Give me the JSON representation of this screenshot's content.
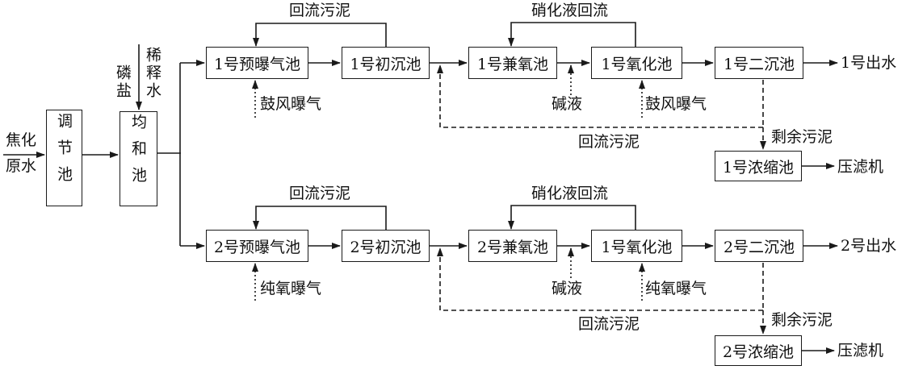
{
  "colors": {
    "line": "#1a1a1a",
    "background": "#ffffff"
  },
  "front": {
    "raw_water_top": "焦化",
    "raw_water_bottom": "原水",
    "equalize_tank": "调节池",
    "mix_tank": "均和池",
    "phosphate_label": "磷盐",
    "dilution_label": "稀释水"
  },
  "trains": [
    {
      "pre_aeration_tank": "1号预曝气池",
      "primary_clarifier": "1号初沉池",
      "facultative_tank": "1号兼氧池",
      "oxidation_tank": "1号氧化池",
      "secondary_clarifier": "1号二沉池",
      "thickener": "1号浓缩池",
      "return_sludge_top": "回流污泥",
      "nitrified_recycle": "硝化液回流",
      "aeration_input_1": "鼓风曝气",
      "alkali_input": "碱液",
      "aeration_input_2": "鼓风曝气",
      "return_sludge_bottom": "回流污泥",
      "excess_sludge": "剩余污泥",
      "effluent": "1号出水",
      "filter_press": "压滤机"
    },
    {
      "pre_aeration_tank": "2号预曝气池",
      "primary_clarifier": "2号初沉池",
      "facultative_tank": "2号兼氧池",
      "oxidation_tank": "1号氧化池",
      "secondary_clarifier": "2号二沉池",
      "thickener": "2号浓缩池",
      "return_sludge_top": "回流污泥",
      "nitrified_recycle": "硝化液回流",
      "aeration_input_1": "纯氧曝气",
      "alkali_input": "碱液",
      "aeration_input_2": "纯氧曝气",
      "return_sludge_bottom": "回流污泥",
      "excess_sludge": "剩余污泥",
      "effluent": "2号出水",
      "filter_press": "压滤机"
    }
  ]
}
